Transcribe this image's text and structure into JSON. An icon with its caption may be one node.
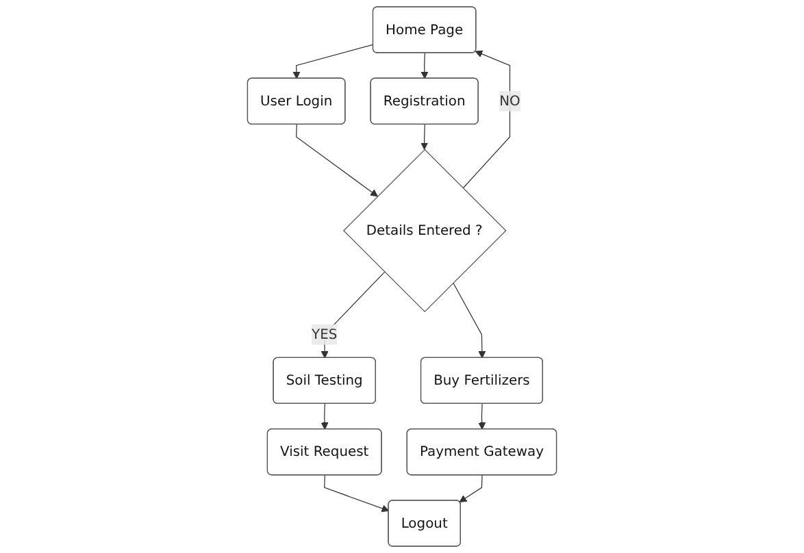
{
  "diagram": {
    "nodes": [
      {
        "text": [
          "Home Page"
        ]
      },
      {
        "text": [
          "User Login"
        ]
      },
      {
        "text": [
          "Registration"
        ]
      },
      {
        "text": [
          "Details Entered ?"
        ]
      },
      {
        "text": [
          "Soil Testing"
        ]
      },
      {
        "text": [
          "Buy Fertilizers"
        ]
      },
      {
        "text": [
          "Visit Request"
        ]
      },
      {
        "text": [
          "Payment Gateway"
        ]
      },
      {
        "text": [
          "Logout"
        ]
      }
    ],
    "edges": [
      {
        "from": 0,
        "to": 1,
        "arrow": "to"
      },
      {
        "from": 0,
        "to": 2,
        "arrow": "to"
      },
      {
        "from": 1,
        "to": 3,
        "arrow": "to"
      },
      {
        "from": 2,
        "to": 3,
        "arrow": "to"
      },
      {
        "from": 3,
        "to": 0,
        "arrow": "to",
        "label": "NO"
      },
      {
        "from": 3,
        "to": 4,
        "arrow": "to",
        "label": "YES"
      },
      {
        "from": 3,
        "to": 5,
        "arrow": "to"
      },
      {
        "from": 4,
        "to": 6,
        "arrow": "to"
      },
      {
        "from": 5,
        "to": 7,
        "arrow": "to"
      },
      {
        "from": 6,
        "to": 8,
        "arrow": "to"
      },
      {
        "from": 7,
        "to": 8,
        "arrow": "to"
      }
    ]
  }
}
